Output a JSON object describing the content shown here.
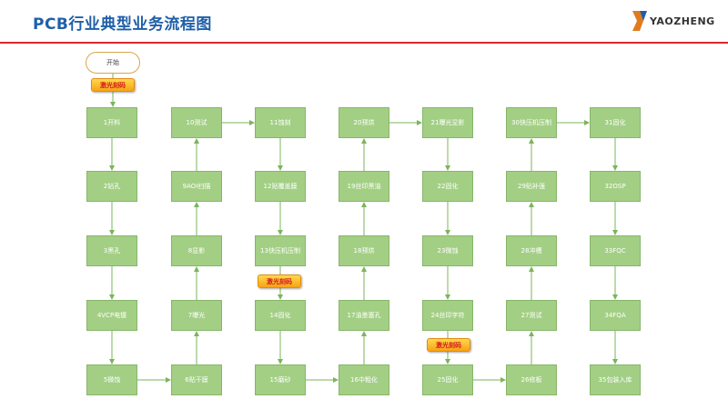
{
  "header": {
    "title": "PCB行业典型业务流程图",
    "logo_text": "YAOZHENG"
  },
  "colors": {
    "title": "#1f5fa8",
    "rule": "#d9272e",
    "node_fill": "#a3cf85",
    "node_border": "#87b66a",
    "edge": "#7bb55a",
    "laser_text": "#d4181c"
  },
  "diagram": {
    "start_label": "开始",
    "laser_label": "激光刻码",
    "steps": [
      "1开料",
      "2钻孔",
      "3黑孔",
      "4VCP电镀",
      "5微蚀",
      "6贴干膜",
      "7曝光",
      "8显影",
      "9AOI扫描",
      "10测试",
      "11蚀刻",
      "12贴覆盖膜",
      "13快压机压制",
      "14固化",
      "15磨砂",
      "16中粗化",
      "17油墨塞孔",
      "18预烘",
      "19丝印黑油",
      "20预烘",
      "21曝光显影",
      "22固化",
      "23微蚀",
      "24丝印字符",
      "25固化",
      "26修板",
      "27测试",
      "28冲槽",
      "29贴补强",
      "30快压机压制",
      "31固化",
      "32OSP",
      "33FQC",
      "34FQA",
      "35包装入库"
    ]
  }
}
